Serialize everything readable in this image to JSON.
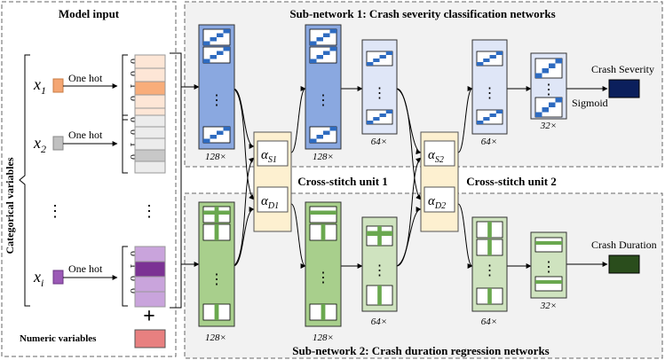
{
  "model_input": {
    "title": "Model input",
    "categorical_label": "Categorical variables",
    "numeric_label": "Numeric variables",
    "plus": "+",
    "one_hot": "One hot",
    "ellipsis": "⋮",
    "variables": [
      {
        "symbol": "x",
        "subscript": "1",
        "color": "#f4a673",
        "bits": [
          "0",
          "0",
          "1",
          "0"
        ],
        "cells": [
          "#fde6d6",
          "#fde6d6",
          "#f8ad7a",
          "#fde6d6",
          "#fde6d6"
        ]
      },
      {
        "symbol": "x",
        "subscript": "2",
        "color": "#c0c0c0",
        "bits": [
          "0",
          "0",
          "1",
          "0"
        ],
        "cells": [
          "#ececec",
          "#ececec",
          "#ececec",
          "#c8c8c8",
          "#ececec"
        ]
      },
      {
        "symbol": "x",
        "subscript": "i",
        "color": "#9b59b6",
        "bits": [
          "0",
          "1",
          "0",
          "0"
        ],
        "cells": [
          "#c9a4dc",
          "#7b3294",
          "#c9a4dc",
          "#c9a4dc"
        ]
      }
    ],
    "numeric_color": "#e88080"
  },
  "subnet1": {
    "title": "Sub-network 1: Crash severity classification networks",
    "output_label": "Crash Severity",
    "sigmoid_label": "Sigmoid",
    "layer_labels": [
      "128×",
      "128×",
      "64×",
      "64×",
      "32×"
    ],
    "color_dark": "#2e6bc0",
    "output_color": "#0b1f5c"
  },
  "subnet2": {
    "title": "Sub-network 2: Crash duration regression networks",
    "output_label": "Crash Duration",
    "layer_labels": [
      "128×",
      "128×",
      "64×",
      "64×",
      "32×"
    ],
    "color_dark": "#6aa84f",
    "output_color": "#2a4d1c"
  },
  "cross_stitch": {
    "unit1_label": "Cross-stitch unit 1",
    "unit2_label": "Cross-stitch unit 2",
    "alpha_symbol": "α",
    "unit1": {
      "top_sub": "S1",
      "bottom_sub": "D1"
    },
    "unit2": {
      "top_sub": "S2",
      "bottom_sub": "D2"
    },
    "color": "#fdf0d0"
  }
}
